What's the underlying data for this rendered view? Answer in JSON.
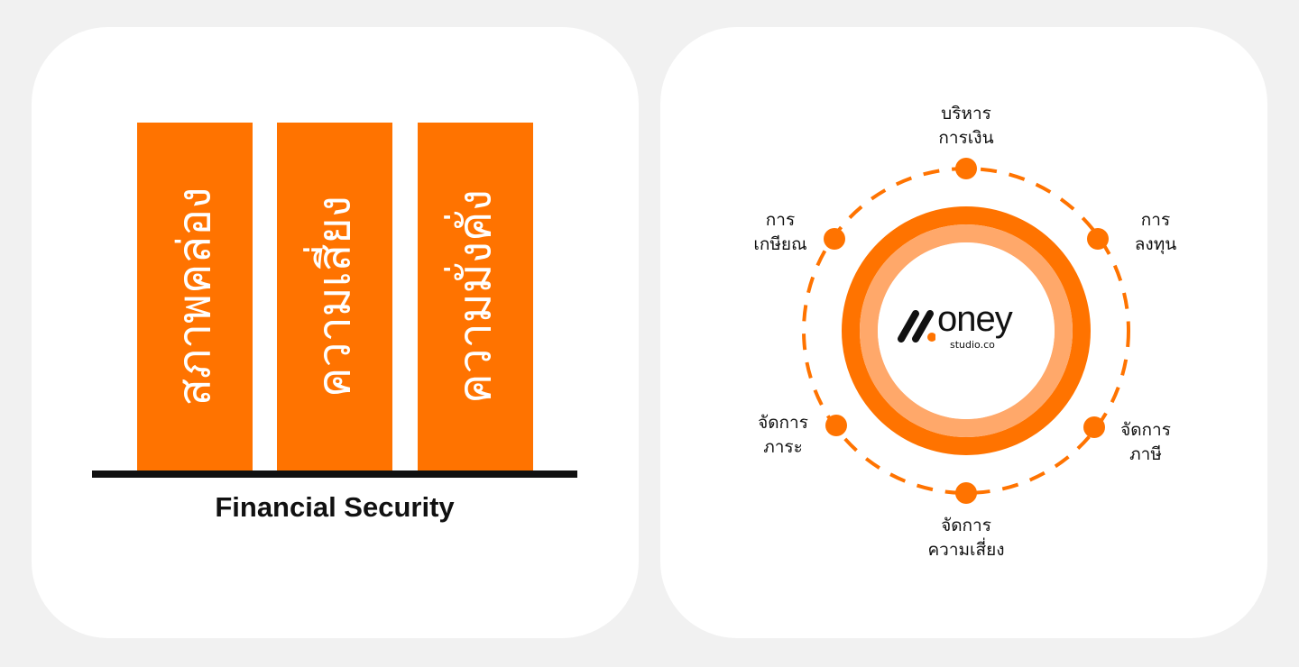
{
  "left_panel": {
    "pillars": [
      "สภาพคล่อง",
      "ความเสี่ยง",
      "ความมั่งคั่ง"
    ],
    "caption": "Financial Security"
  },
  "right_panel": {
    "logo": {
      "main": "oney",
      "sub": "studio.co"
    },
    "nodes": [
      {
        "line1": "บริหาร",
        "line2": "การเงิน"
      },
      {
        "line1": "การ",
        "line2": "ลงทุน"
      },
      {
        "line1": "จัดการ",
        "line2": "ภาษี"
      },
      {
        "line1": "จัดการ",
        "line2": "ความเสี่ยง"
      },
      {
        "line1": "จัดการ",
        "line2": "ภาระ"
      },
      {
        "line1": "การ",
        "line2": "เกษียณ"
      }
    ]
  },
  "colors": {
    "accent": "#ff7300",
    "accent_light": "#ffa86a",
    "dark": "#111111"
  }
}
